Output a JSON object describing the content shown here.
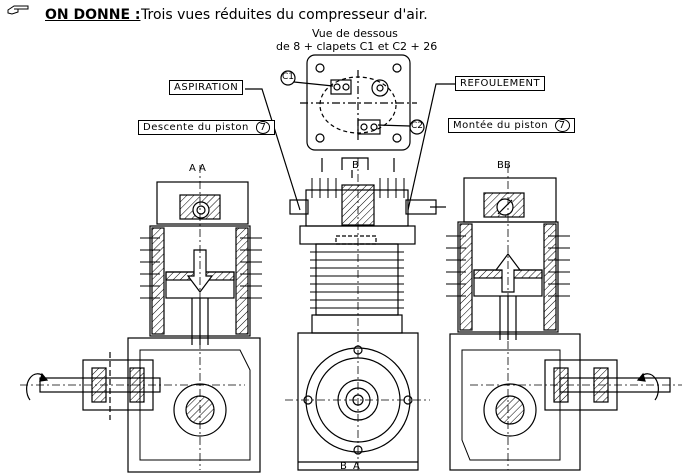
{
  "header": {
    "lead": "ON DONNE :",
    "text": "Trois vues réduites du compresseur  d'air."
  },
  "bottom_view": {
    "line1": "Vue de dessous",
    "line2": "de 8 + clapets C1 et C2 + 26",
    "c1": "C1",
    "c2": "C2"
  },
  "left_view": {
    "label_box": "ASPIRATION",
    "piston_label": "Descente  du  piston",
    "piston_num": "7",
    "section": "A A"
  },
  "right_view": {
    "label_box": "REFOULEMENT",
    "piston_label": "Montée  du  piston",
    "piston_num": "7",
    "section": "BB"
  },
  "middle_view": {
    "cut_b_top": "B",
    "cut_b_bottom": "B",
    "cut_a_bottom": "A"
  },
  "icons": [
    "pointing-hand-icon",
    "rotation-arrow-icon",
    "flow-down-arrow-icon",
    "flow-up-arrow-icon"
  ]
}
